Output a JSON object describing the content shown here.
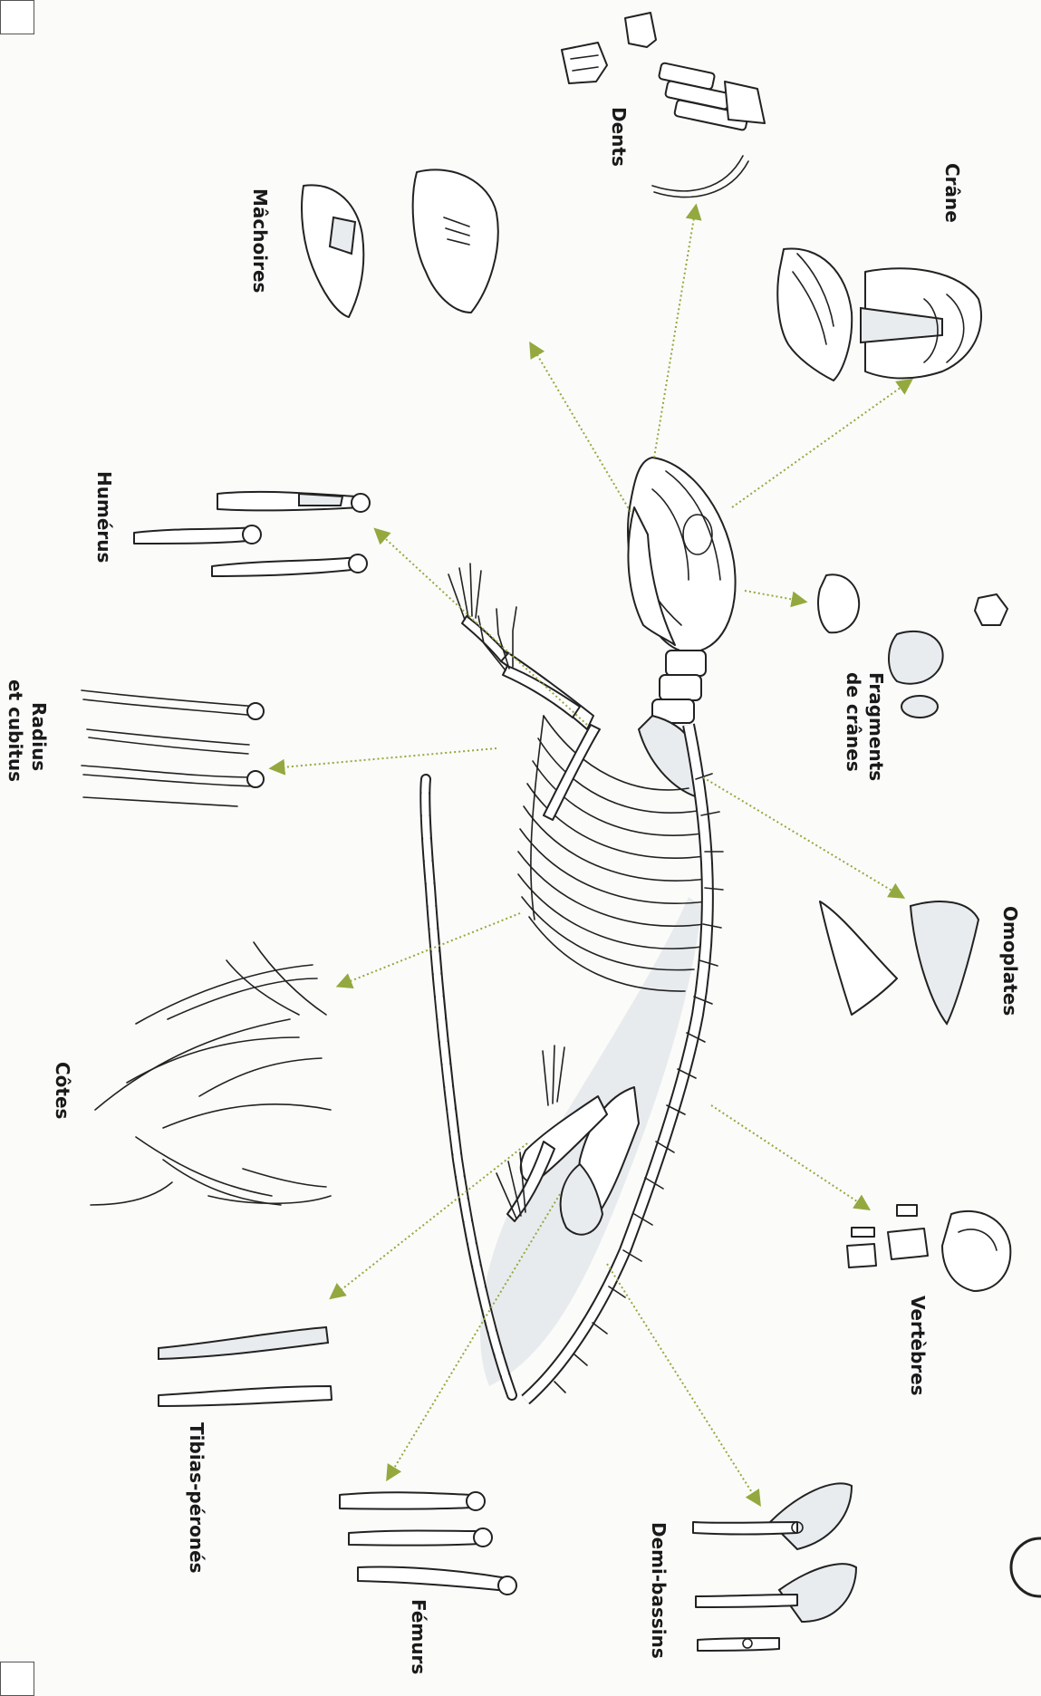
{
  "labels": {
    "crane": "Crâne",
    "dents": "Dents",
    "machoires": "Mâchoires",
    "fragments_1": "Fragments",
    "fragments_2": "de crânes",
    "humerus": "Humérus",
    "radius_1": "Radius",
    "radius_2": "et cubitus",
    "omoplates": "Omoplates",
    "cotes": "Côtes",
    "vertebres": "Vertèbres",
    "tibias": "Tibias-péronés",
    "demi_bassins": "Demi-bassins",
    "femurs": "Fémurs"
  },
  "colors": {
    "arrow": "#93a93f",
    "ink": "#222222",
    "bone_shade": "#e9ecef",
    "paper": "#fbfbf9"
  }
}
